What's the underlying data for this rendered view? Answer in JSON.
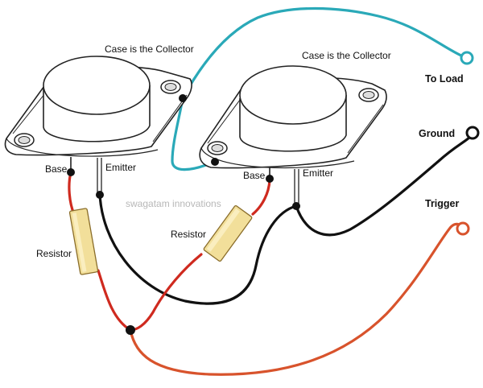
{
  "labels": {
    "case_left": "Case is the Collector",
    "case_right": "Case is the Collector",
    "to_load": "To Load",
    "ground": "Ground",
    "trigger": "Trigger",
    "base_left": "Base",
    "emitter_left": "Emitter",
    "base_right": "Base",
    "emitter_right": "Emitter",
    "resistor_left": "Resistor",
    "resistor_right": "Resistor",
    "watermark": "swagatam innovations"
  },
  "colors": {
    "load_wire": "#2aa9b8",
    "ground_wire": "#111111",
    "trigger_wire": "#d8532c",
    "base_wire": "#cf2a1f",
    "resistor_body": "#f2df9a",
    "outline": "#222222"
  }
}
